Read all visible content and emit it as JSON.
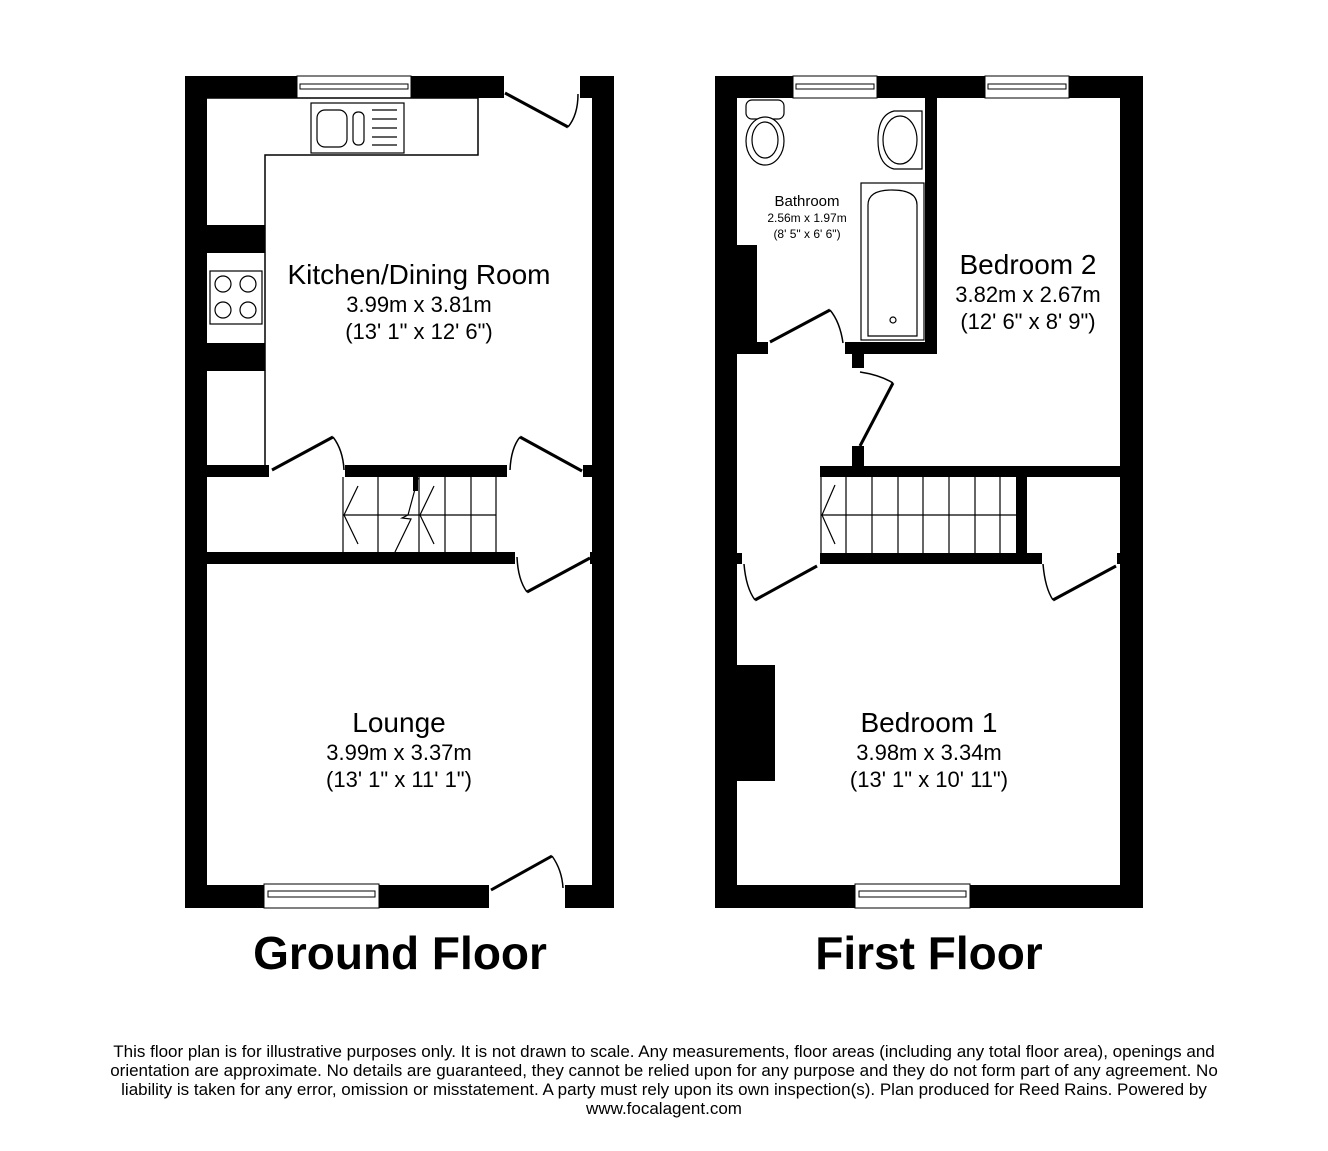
{
  "ground_floor": {
    "title": "Ground Floor",
    "rooms": [
      {
        "name": "Kitchen/Dining Room",
        "metric": "3.99m x 3.81m",
        "imperial": "(13' 1\" x 12' 6\")"
      },
      {
        "name": "Lounge",
        "metric": "3.99m x 3.37m",
        "imperial": "(13' 1\" x 11' 1\")"
      }
    ],
    "fixtures": [
      "sink",
      "hob",
      "stairs"
    ]
  },
  "first_floor": {
    "title": "First Floor",
    "rooms": [
      {
        "name": "Bathroom",
        "metric": "2.56m x 1.97m",
        "imperial": "(8' 5\" x 6' 6\")"
      },
      {
        "name": "Bedroom 2",
        "metric": "3.82m x 2.67m",
        "imperial": "(12' 6\" x 8' 9\")"
      },
      {
        "name": "Bedroom 1",
        "metric": "3.98m x 3.34m",
        "imperial": "(13' 1\" x 10' 11\")"
      }
    ],
    "fixtures": [
      "toilet",
      "basin",
      "bath",
      "stairs"
    ]
  },
  "disclaimer": {
    "lines": [
      "This floor plan is for illustrative purposes only. It is not drawn to scale. Any measurements, floor areas (including any total floor area), openings and",
      "orientation are approximate. No details are guaranteed, they cannot be relied upon for any purpose and they do not form part of any agreement. No",
      "liability is taken for any error, omission or misstatement. A party must rely upon its own inspection(s). Plan produced for Reed Rains. Powered by",
      "www.focalagent.com"
    ]
  },
  "colors": {
    "wall": "#000000",
    "background": "#ffffff"
  }
}
